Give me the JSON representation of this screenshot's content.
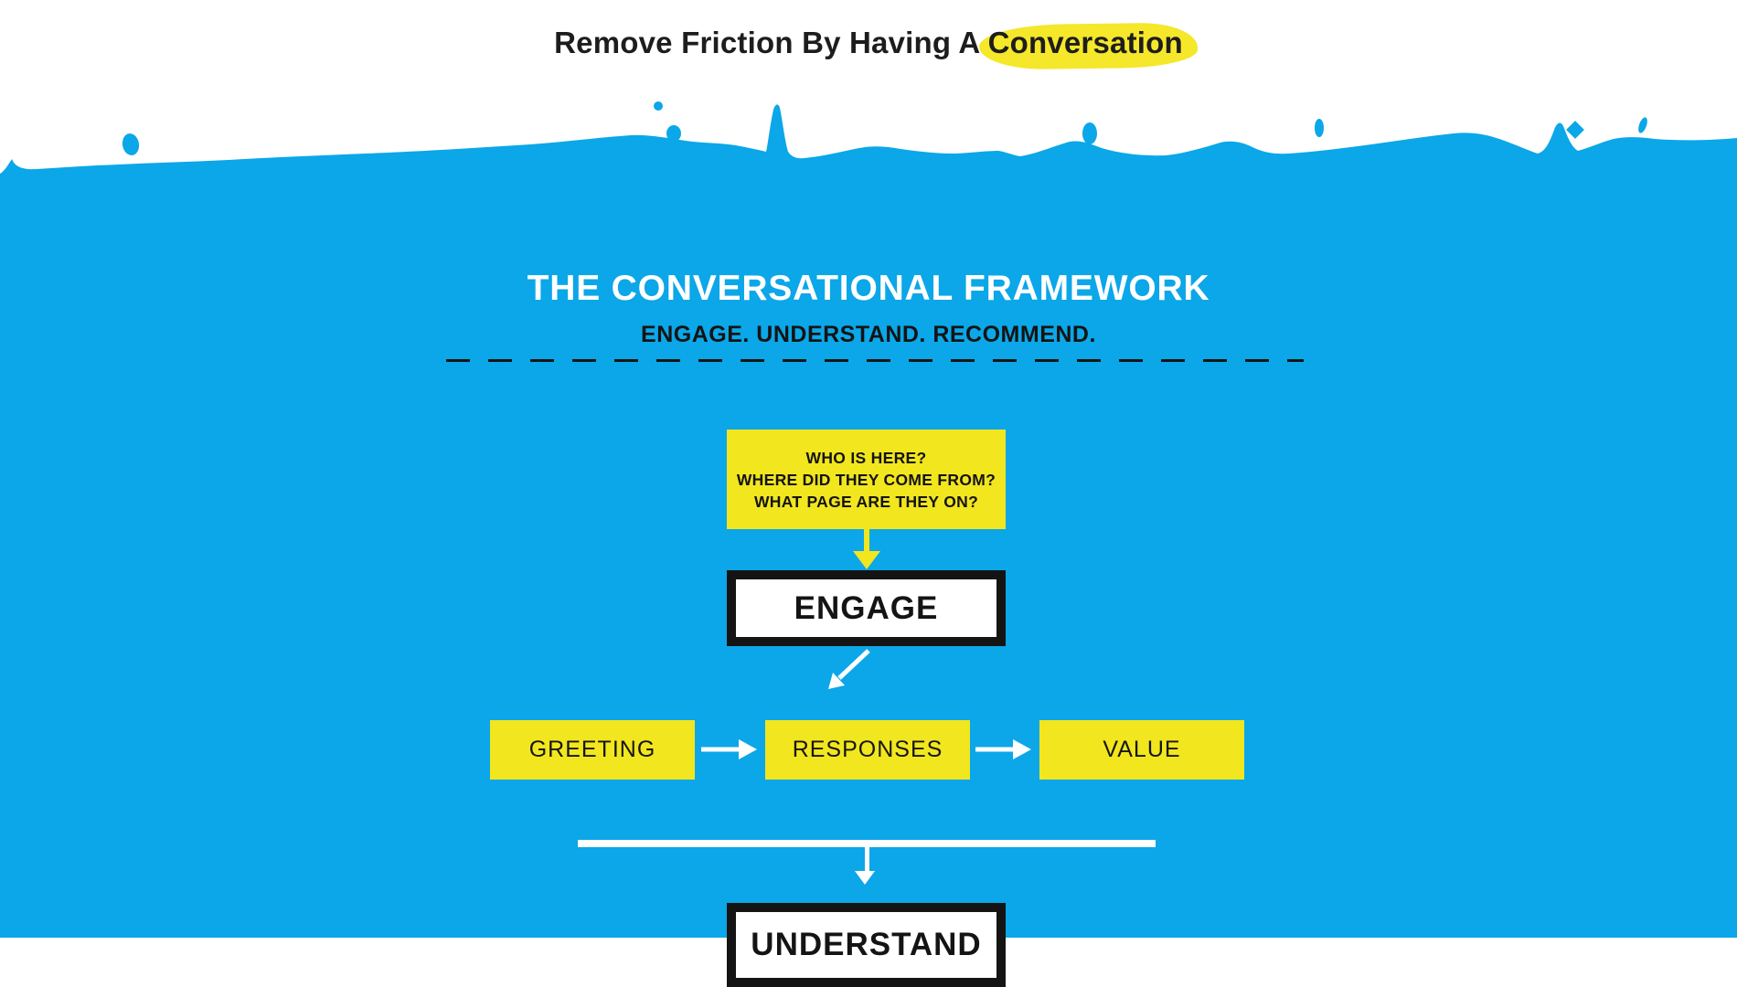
{
  "colors": {
    "blue": "#0ba7e8",
    "yellow": "#f2e61e",
    "highlight": "#f5e72a",
    "ink": "#141414",
    "white": "#ffffff"
  },
  "header": {
    "title_prefix": "Remove Friction By Having A ",
    "title_highlight": "Conversation"
  },
  "framework": {
    "title": "THE CONVERSATIONAL FRAMEWORK",
    "subtitle": "ENGAGE. UNDERSTAND. RECOMMEND.",
    "question_box": {
      "lines": [
        "WHO IS HERE?",
        "WHERE DID THEY COME FROM?",
        "WHAT PAGE ARE THEY ON?"
      ]
    },
    "stage1": {
      "label": "ENGAGE"
    },
    "steps": [
      {
        "label": "GREETING"
      },
      {
        "label": "RESPONSES"
      },
      {
        "label": "VALUE"
      }
    ],
    "stage2": {
      "label": "UNDERSTAND"
    }
  },
  "icons": {
    "down_arrow_yellow": "solid down arrow, yellow",
    "diagonal_arrow": "white arrow pointing down-left",
    "right_arrow": "white arrow pointing right",
    "down_arrow_white": "white arrow pointing down",
    "paint_wave": "blue paint splash top edge with droplets"
  }
}
